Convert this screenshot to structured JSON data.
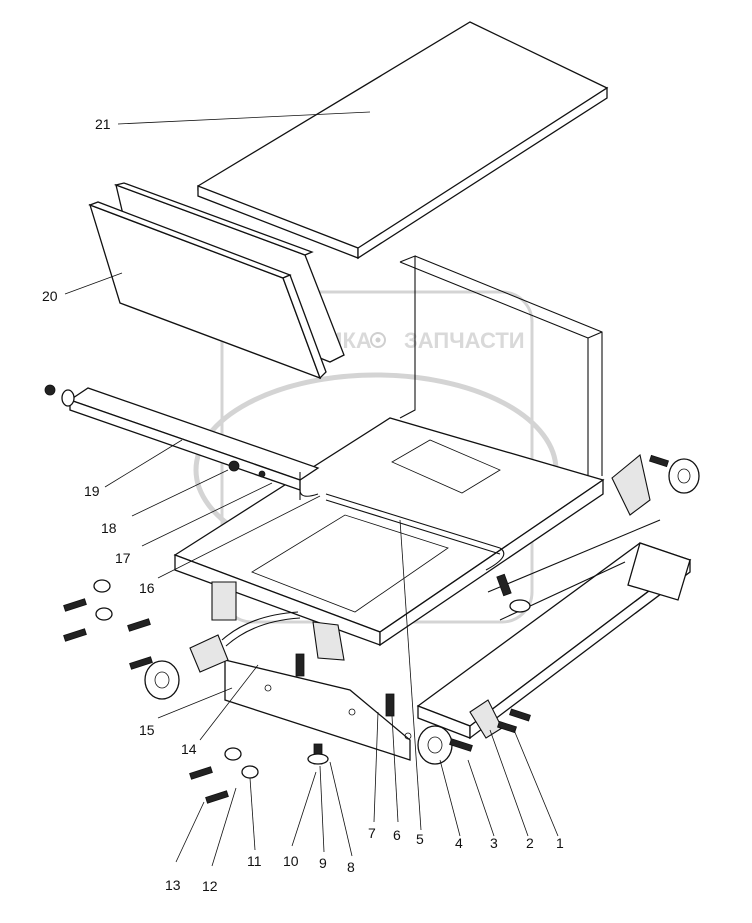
{
  "watermark": {
    "left_text": "ТЕХНИКА",
    "right_text": "ЗАПЧАСТИ",
    "colors": {
      "watermark": "#d4d4d4"
    },
    "icon": "gear-icon"
  },
  "callouts": [
    {
      "id": "c1",
      "label": "1"
    },
    {
      "id": "c2",
      "label": "2"
    },
    {
      "id": "c3",
      "label": "3"
    },
    {
      "id": "c4",
      "label": "4"
    },
    {
      "id": "c5",
      "label": "5"
    },
    {
      "id": "c6",
      "label": "6"
    },
    {
      "id": "c7",
      "label": "7"
    },
    {
      "id": "c8",
      "label": "8"
    },
    {
      "id": "c9",
      "label": "9"
    },
    {
      "id": "c10",
      "label": "10"
    },
    {
      "id": "c11",
      "label": "11"
    },
    {
      "id": "c12",
      "label": "12"
    },
    {
      "id": "c13",
      "label": "13"
    },
    {
      "id": "c14",
      "label": "14"
    },
    {
      "id": "c15",
      "label": "15"
    },
    {
      "id": "c16",
      "label": "16"
    },
    {
      "id": "c17",
      "label": "17"
    },
    {
      "id": "c18",
      "label": "18"
    },
    {
      "id": "c19",
      "label": "19"
    },
    {
      "id": "c20",
      "label": "20"
    },
    {
      "id": "c21",
      "label": "21"
    }
  ]
}
